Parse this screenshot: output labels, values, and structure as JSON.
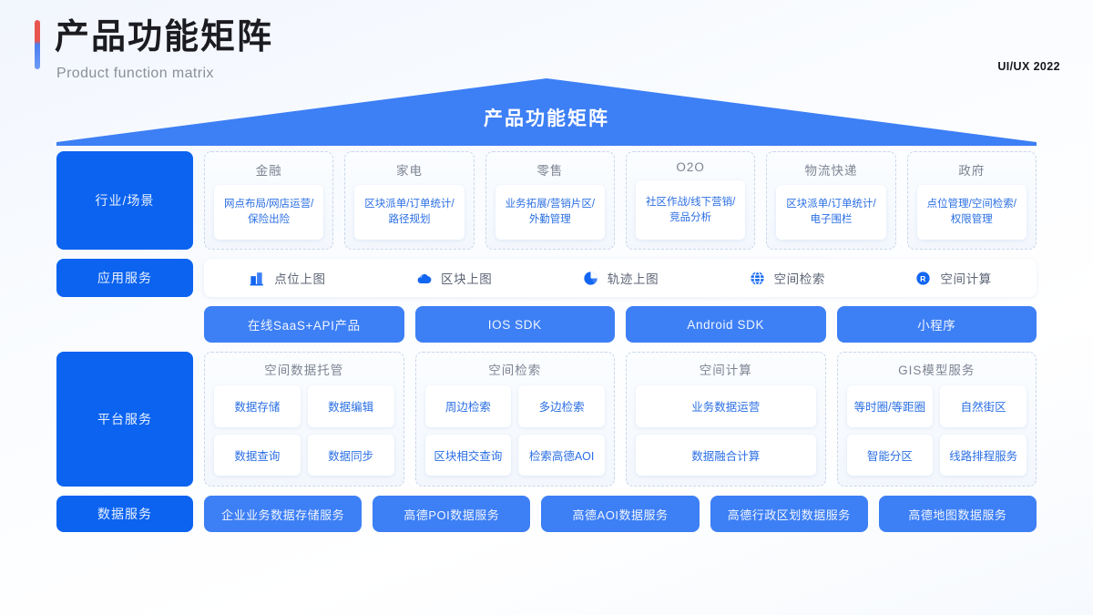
{
  "header": {
    "title_cn": "产品功能矩阵",
    "title_en": "Product function matrix",
    "corner_tag": "UI/UX 2022",
    "accent_top_color": "#e8554f",
    "accent_bottom_color": "#4a7ff0"
  },
  "banner": {
    "label": "产品功能矩阵",
    "color": "#3d7ff5"
  },
  "colors": {
    "sidebar_blue": "#0b63f0",
    "button_blue": "#3d7ff5",
    "text_blue": "#2b6fe3",
    "muted_gray": "#7d8493"
  },
  "sidebar": {
    "industry": "行业/场景",
    "application": "应用服务",
    "platform": "平台服务",
    "data": "数据服务"
  },
  "industry_row": {
    "cards": [
      {
        "title": "金融",
        "detail": "网点布局/网店运营/保险出险"
      },
      {
        "title": "家电",
        "detail": "区块派单/订单统计/路径规划"
      },
      {
        "title": "零售",
        "detail": "业务拓展/营销片区/外勤管理"
      },
      {
        "title": "O2O",
        "detail": "社区作战/线下营销/竞品分析"
      },
      {
        "title": "物流快递",
        "detail": "区块派单/订单统计/电子围栏"
      },
      {
        "title": "政府",
        "detail": "点位管理/空间检索/权限管理"
      }
    ]
  },
  "application_row": {
    "items": [
      {
        "label": "点位上图",
        "icon": "building-icon"
      },
      {
        "label": "区块上图",
        "icon": "cloud-icon"
      },
      {
        "label": "轨迹上图",
        "icon": "pie-chart-icon"
      },
      {
        "label": "空间检索",
        "icon": "globe-icon"
      },
      {
        "label": "空间计算",
        "icon": "circle-r-icon"
      }
    ]
  },
  "sdk_row": {
    "buttons": [
      "在线SaaS+API产品",
      "IOS SDK",
      "Android SDK",
      "小程序"
    ]
  },
  "platform_row": {
    "groups": [
      {
        "title": "空间数据托管",
        "columns": 2,
        "cells": [
          "数据存储",
          "数据编辑",
          "数据查询",
          "数据同步"
        ]
      },
      {
        "title": "空间检索",
        "columns": 2,
        "cells": [
          "周边检索",
          "多边检索",
          "区块相交查询",
          "检索高德AOI"
        ]
      },
      {
        "title": "空间计算",
        "columns": 1,
        "cells": [
          "业务数据运营",
          "数据融合计算"
        ]
      },
      {
        "title": "GIS模型服务",
        "columns": 2,
        "cells": [
          "等时圈/等距圈",
          "自然街区",
          "智能分区",
          "线路排程服务"
        ]
      }
    ]
  },
  "data_row": {
    "buttons": [
      "企业业务数据存储服务",
      "高德POI数据服务",
      "高德AOI数据服务",
      "高德行政区划数据服务",
      "高德地图数据服务"
    ]
  }
}
